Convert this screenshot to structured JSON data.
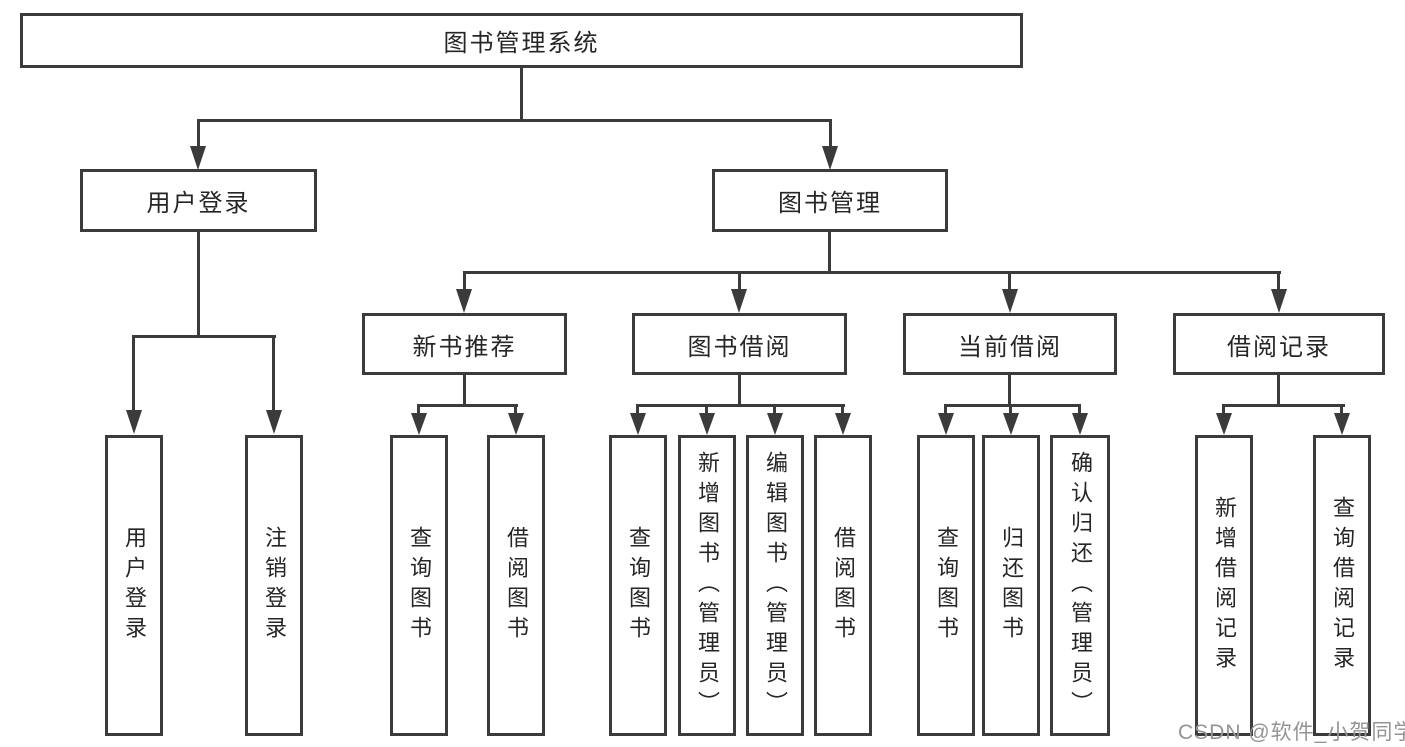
{
  "diagram": {
    "type": "hierarchy",
    "nodes": {
      "root": "图书管理系统",
      "user_login": "用户登录",
      "book_management": "图书管理",
      "new_book_recommend": "新书推荐",
      "book_borrow": "图书借阅",
      "current_borrow": "当前借阅",
      "borrow_records": "借阅记录",
      "leaf_user_login": "用户登录",
      "leaf_logout": "注销登录",
      "leaf_nb_query_book": "查询图书",
      "leaf_nb_borrow_book": "借阅图书",
      "leaf_bb_query_book": "查询图书",
      "leaf_bb_add_book": "新增图书（管理员）",
      "leaf_bb_edit_book": "编辑图书（管理员）",
      "leaf_bb_borrow_book": "借阅图书",
      "leaf_cb_query_book": "查询图书",
      "leaf_cb_return_book": "归还图书",
      "leaf_cb_confirm_return": "确认归还（管理员）",
      "leaf_br_add_record": "新增借阅记录",
      "leaf_br_query_record": "查询借阅记录"
    },
    "hierarchy": {
      "root": [
        "user_login",
        "book_management"
      ],
      "user_login": [
        "leaf_user_login",
        "leaf_logout"
      ],
      "book_management": [
        "new_book_recommend",
        "book_borrow",
        "current_borrow",
        "borrow_records"
      ],
      "new_book_recommend": [
        "leaf_nb_query_book",
        "leaf_nb_borrow_book"
      ],
      "book_borrow": [
        "leaf_bb_query_book",
        "leaf_bb_add_book",
        "leaf_bb_edit_book",
        "leaf_bb_borrow_book"
      ],
      "current_borrow": [
        "leaf_cb_query_book",
        "leaf_cb_return_book",
        "leaf_cb_confirm_return"
      ],
      "borrow_records": [
        "leaf_br_add_record",
        "leaf_br_query_record"
      ]
    },
    "colors": {
      "line": "#3b3b3b",
      "text": "#262626",
      "background": "#ffffff",
      "watermark": "#949494"
    }
  },
  "watermark": {
    "text": "CSDN @软件_小贺同学"
  }
}
